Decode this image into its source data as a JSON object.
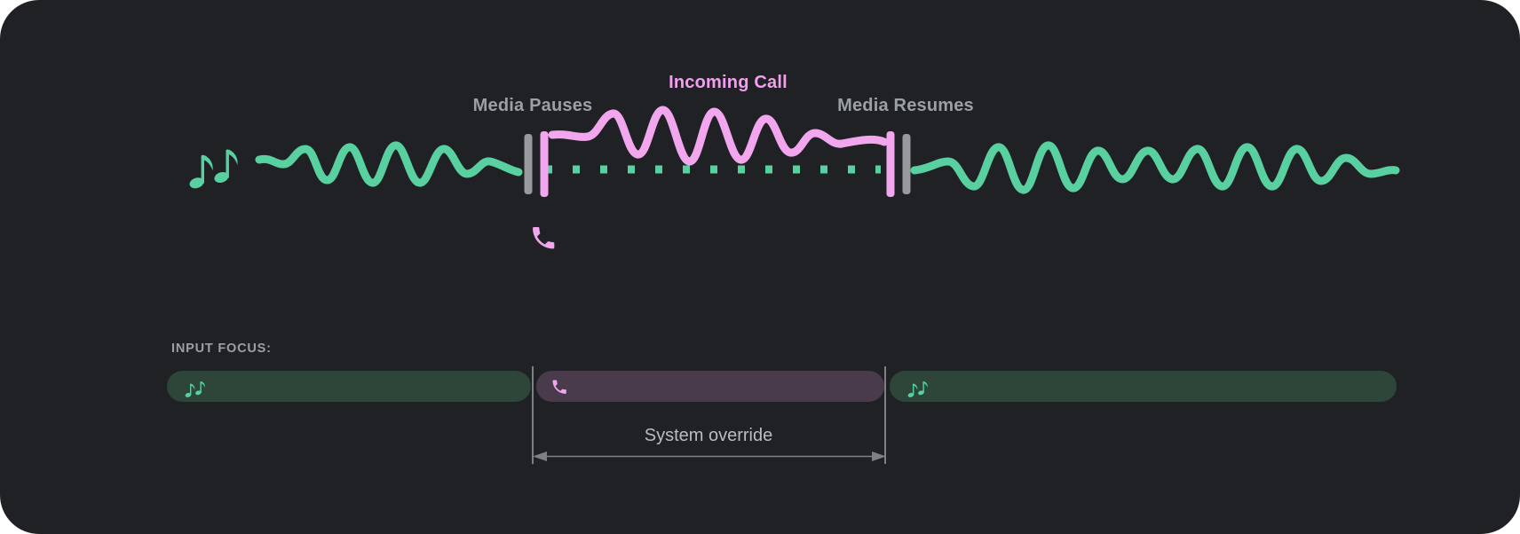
{
  "colors": {
    "bg": "#202124",
    "page": "#ffffff",
    "green": "#58d0a0",
    "pink": "#f2a6ee",
    "pink_text": "#f2a0ee",
    "marker_gray": "#98999d",
    "label_gray": "#9aa0a6",
    "bar_green": "#2d4639",
    "bar_purple": "#4a3b4c",
    "line_gray": "#7e8184",
    "override_text": "#b9bcc1"
  },
  "timeline": {
    "media_pauses_label": "Media Pauses",
    "incoming_call_label": "Incoming Call",
    "media_resumes_label": "Media Resumes",
    "media_icon": "music-notes-icon",
    "call_icon": "phone-icon"
  },
  "focus_track": {
    "heading": "INPUT FOCUS:",
    "segments": [
      {
        "name": "media-before-call",
        "icon": "music-notes-icon"
      },
      {
        "name": "incoming-call",
        "icon": "phone-icon"
      },
      {
        "name": "media-after-call",
        "icon": "music-notes-icon"
      }
    ],
    "annotation": "System override"
  }
}
